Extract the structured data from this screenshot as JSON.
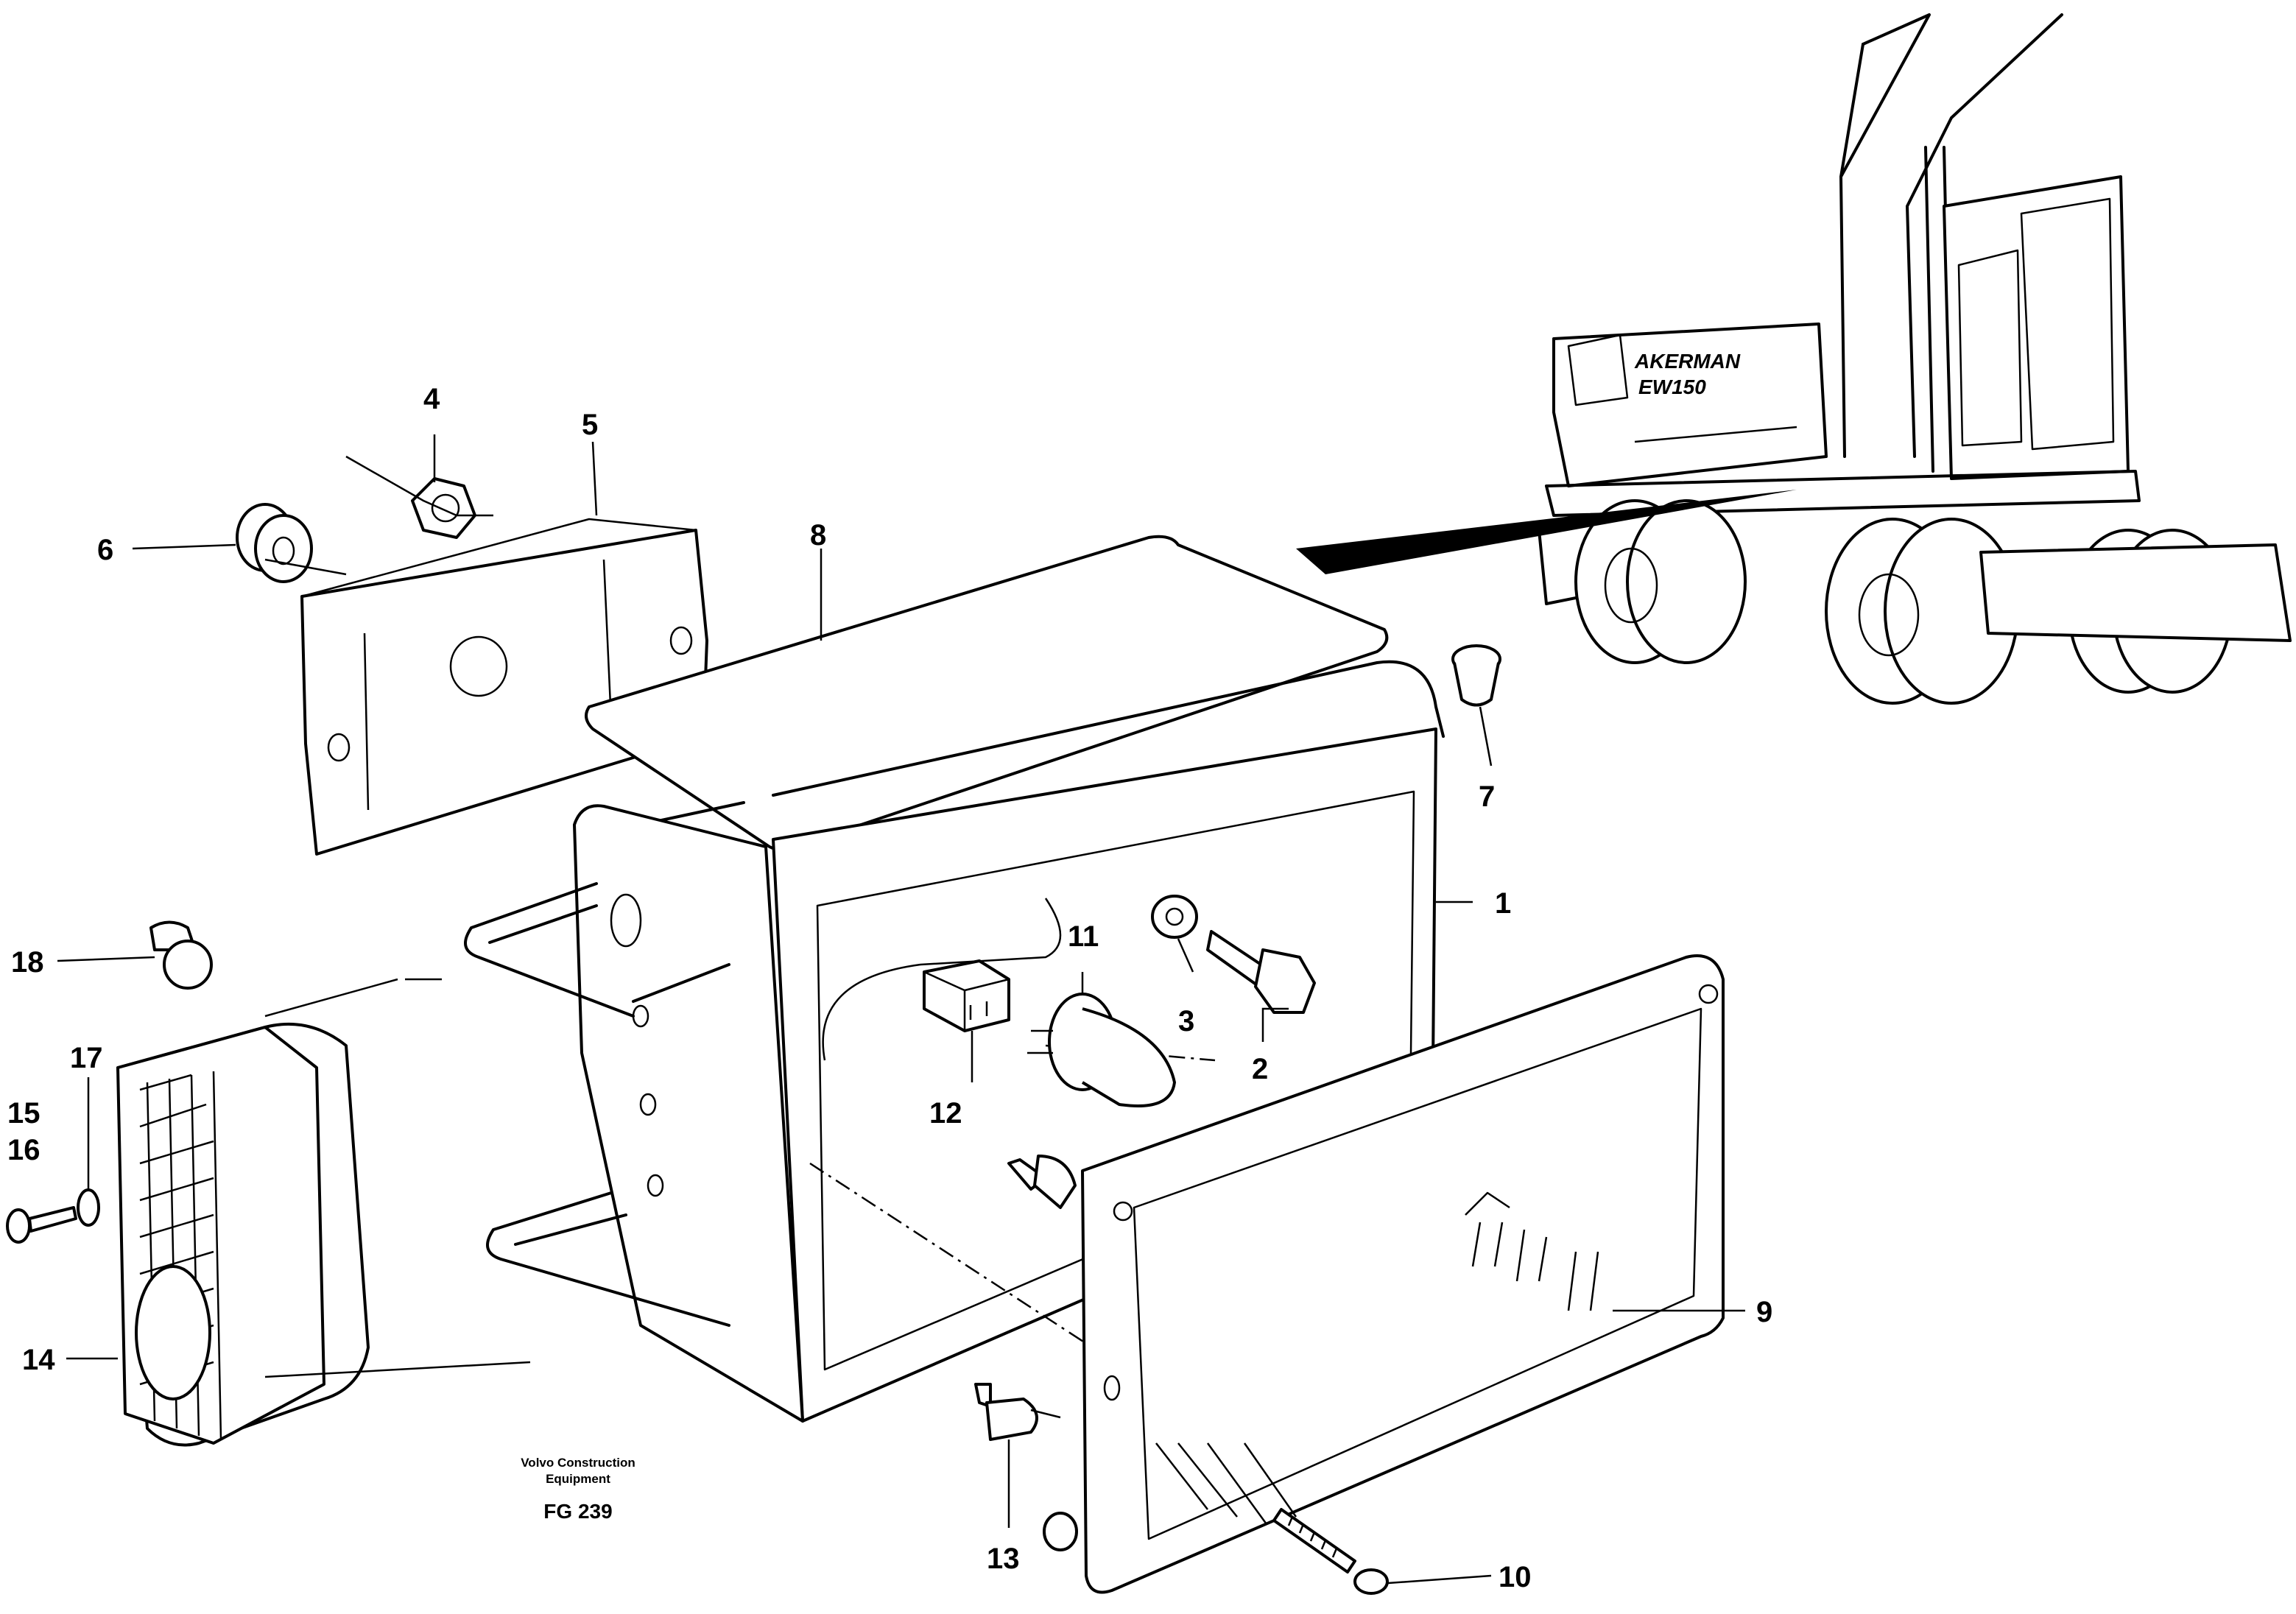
{
  "figure": {
    "code": "FG 239",
    "credit_line1": "Volvo Construction",
    "credit_line2": "Equipment"
  },
  "machine": {
    "brand_text": "AKERMAN",
    "model_text": "EW150"
  },
  "callouts": {
    "c1": "1",
    "c2": "2",
    "c3": "3",
    "c4": "4",
    "c5": "5",
    "c6": "6",
    "c7": "7",
    "c8": "8",
    "c9": "9",
    "c10": "10",
    "c11": "11",
    "c12": "12",
    "c13": "13",
    "c14": "14",
    "c15": "15",
    "c16": "16",
    "c17": "17",
    "c18": "18"
  },
  "colors": {
    "line": "#000000",
    "background": "#ffffff"
  }
}
